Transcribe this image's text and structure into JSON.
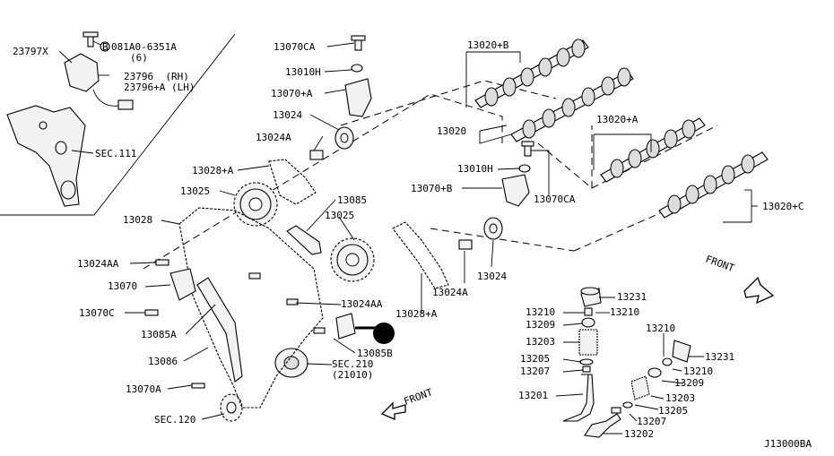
{
  "diagram_id": "J13000BA",
  "front_labels": [
    "FRONT",
    "FRONT"
  ],
  "callouts": [
    {
      "id": "c1",
      "text": "23797X"
    },
    {
      "id": "c2",
      "text": "081A0-6351A"
    },
    {
      "id": "c3",
      "text": "(6)"
    },
    {
      "id": "c4",
      "text": "23796  (RH)"
    },
    {
      "id": "c5",
      "text": "23796+A (LH)"
    },
    {
      "id": "c6",
      "text": "SEC.111"
    },
    {
      "id": "c7",
      "text": "13070CA"
    },
    {
      "id": "c8",
      "text": "13010H"
    },
    {
      "id": "c9",
      "text": "13070+A"
    },
    {
      "id": "c10",
      "text": "13024"
    },
    {
      "id": "c11",
      "text": "13024A"
    },
    {
      "id": "c12",
      "text": "13028+A"
    },
    {
      "id": "c13",
      "text": "13025"
    },
    {
      "id": "c14",
      "text": "13028"
    },
    {
      "id": "c15",
      "text": "13024AA"
    },
    {
      "id": "c16",
      "text": "13070"
    },
    {
      "id": "c17",
      "text": "13070C"
    },
    {
      "id": "c18",
      "text": "13085A"
    },
    {
      "id": "c19",
      "text": "13086"
    },
    {
      "id": "c20",
      "text": "13070A"
    },
    {
      "id": "c21",
      "text": "SEC.120"
    },
    {
      "id": "c22",
      "text": "13020+B"
    },
    {
      "id": "c23",
      "text": "13020"
    },
    {
      "id": "c24",
      "text": "13020+A"
    },
    {
      "id": "c25",
      "text": "13020+C"
    },
    {
      "id": "c26",
      "text": "13010H"
    },
    {
      "id": "c27",
      "text": "13070+B"
    },
    {
      "id": "c28",
      "text": "13070CA"
    },
    {
      "id": "c29",
      "text": "13085"
    },
    {
      "id": "c30",
      "text": "13025"
    },
    {
      "id": "c31",
      "text": "13024"
    },
    {
      "id": "c32",
      "text": "13024A"
    },
    {
      "id": "c33",
      "text": "13024AA"
    },
    {
      "id": "c34",
      "text": "13028+A"
    },
    {
      "id": "c35",
      "text": "13085B"
    },
    {
      "id": "c36",
      "text": "SEC.210"
    },
    {
      "id": "c37",
      "text": "(21010)"
    },
    {
      "id": "c38",
      "text": "13231"
    },
    {
      "id": "c39",
      "text": "13210"
    },
    {
      "id": "c40",
      "text": "13210"
    },
    {
      "id": "c41",
      "text": "13209"
    },
    {
      "id": "c42",
      "text": "13203"
    },
    {
      "id": "c43",
      "text": "13205"
    },
    {
      "id": "c44",
      "text": "13207"
    },
    {
      "id": "c45",
      "text": "13201"
    },
    {
      "id": "c46",
      "text": "13210"
    },
    {
      "id": "c47",
      "text": "13231"
    },
    {
      "id": "c48",
      "text": "13210"
    },
    {
      "id": "c49",
      "text": "13209"
    },
    {
      "id": "c50",
      "text": "13203"
    },
    {
      "id": "c51",
      "text": "13205"
    },
    {
      "id": "c52",
      "text": "13207"
    },
    {
      "id": "c53",
      "text": "13202"
    }
  ]
}
